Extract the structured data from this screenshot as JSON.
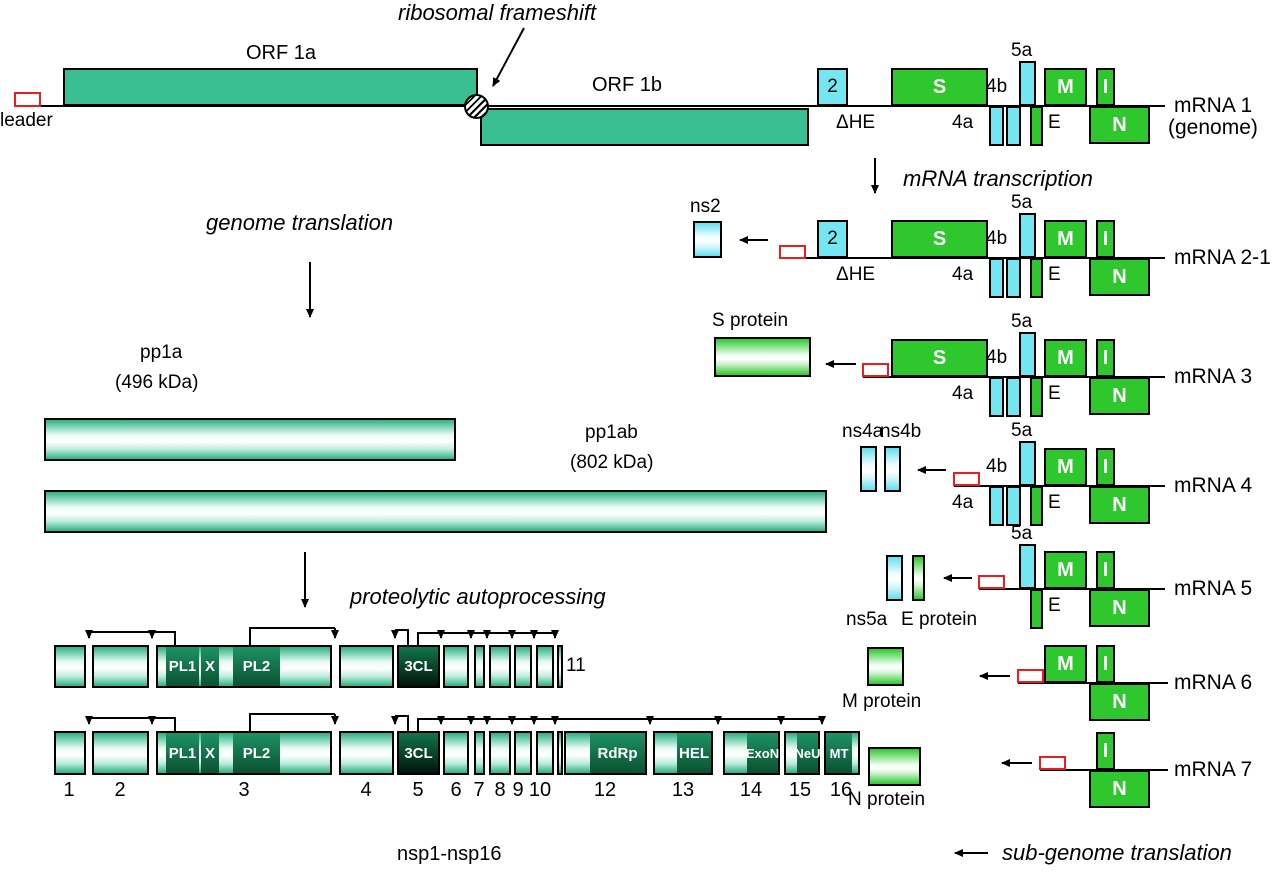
{
  "ann": {
    "ribosomal_frameshift": "ribosomal frameshift",
    "mrna_transcription": "mRNA transcription",
    "genome_translation": "genome translation",
    "proteolytic_autoprocessing": "proteolytic autoprocessing",
    "sub_genome_translation": "sub-genome translation"
  },
  "genome": {
    "leader": "leader",
    "orf1a": "ORF 1a",
    "orf1b": "ORF 1b"
  },
  "genes": {
    "g2": "2",
    "dHE": "ΔHE",
    "S": "S",
    "g4a": "4a",
    "g4b": "4b",
    "g5a": "5a",
    "E": "E",
    "M": "M",
    "I": "I",
    "N": "N"
  },
  "mrnas": {
    "m1": "mRNA 1",
    "m1_sub": "(genome)",
    "m2": "mRNA 2-1",
    "m3": "mRNA 3",
    "m4": "mRNA 4",
    "m5": "mRNA 5",
    "m6": "mRNA 6",
    "m7": "mRNA 7"
  },
  "pp": {
    "pp1a": "pp1a",
    "pp1a_mass": "(496 kDa)",
    "pp1ab": "pp1ab",
    "pp1ab_mass": "(802 kDa)",
    "nsp_range": "nsp1-nsp16"
  },
  "products": {
    "ns2": "ns2",
    "S_protein": "S protein",
    "ns4a": "ns4a",
    "ns4b": "ns4b",
    "ns5a": "ns5a",
    "E_protein": "E protein",
    "M_protein": "M protein",
    "N_protein": "N protein"
  },
  "domains": {
    "PL1": "PL1",
    "X": "X",
    "PL2": "PL2",
    "CL3": "3CL",
    "RdRp": "RdRp",
    "HEL": "HEL",
    "ExoN": "ExoN",
    "NeU": "NeU",
    "MT": "MT"
  },
  "nums": {
    "n1": "1",
    "n2": "2",
    "n3": "3",
    "n4": "4",
    "n5": "5",
    "n6": "6",
    "n7": "7",
    "n8": "8",
    "n9": "9",
    "n10": "10",
    "n11": "11",
    "n12": "12",
    "n13": "13",
    "n14": "14",
    "n15": "15",
    "n16": "16"
  },
  "colors": {
    "teal_bar": "#3abf92",
    "gene_green": "#2ec82e",
    "gene_cyan": "#74e6f2",
    "leader_red": "#ee1c1c",
    "dark_domain_green": "#0b5132",
    "line_black": "#000000"
  }
}
